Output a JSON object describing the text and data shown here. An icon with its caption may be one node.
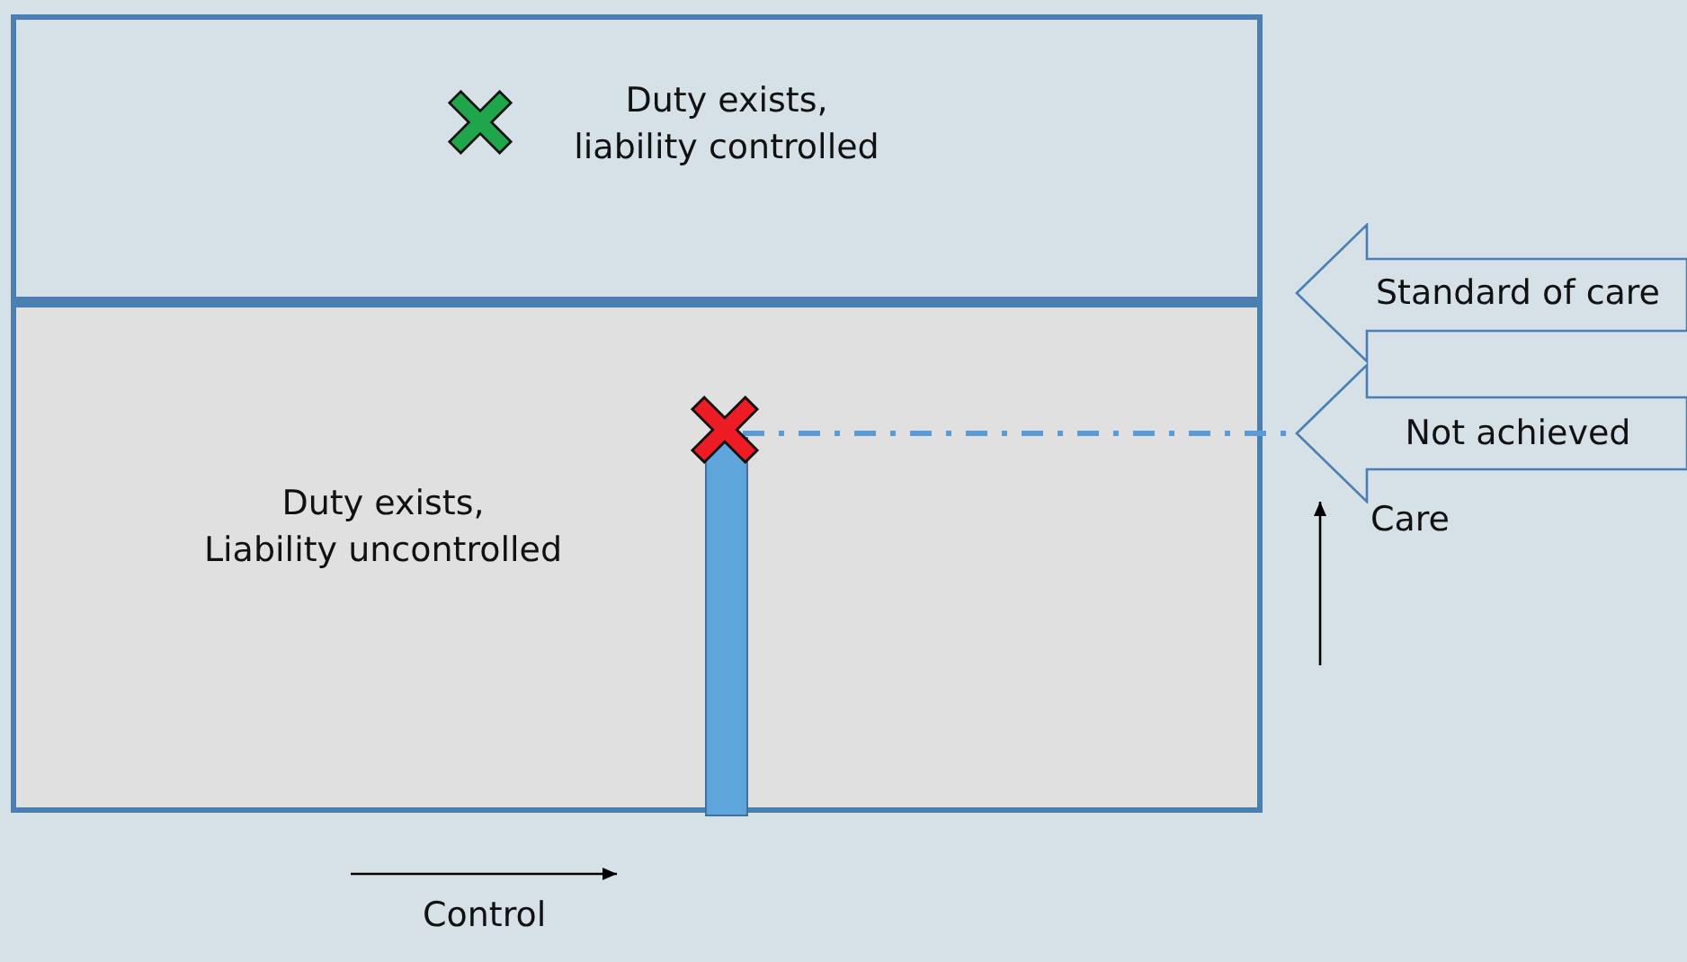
{
  "diagram": {
    "nodes": [
      {
        "text": [
          "Duty exists, liability controlled"
        ]
      },
      {
        "text": [
          "Duty exists, Liability uncontrolled"
        ]
      },
      {
        "text": [
          "Standard of care"
        ]
      },
      {
        "text": [
          "Not achieved"
        ]
      },
      {
        "text": [],
        "shape": "bar",
        "in": 1
      }
    ],
    "edges": [
      {
        "from": 4,
        "to": 3,
        "arrow": "none",
        "style": "dashed",
        "color": "#5b9bd5"
      }
    ],
    "labels": [
      "Care",
      "Control"
    ]
  }
}
